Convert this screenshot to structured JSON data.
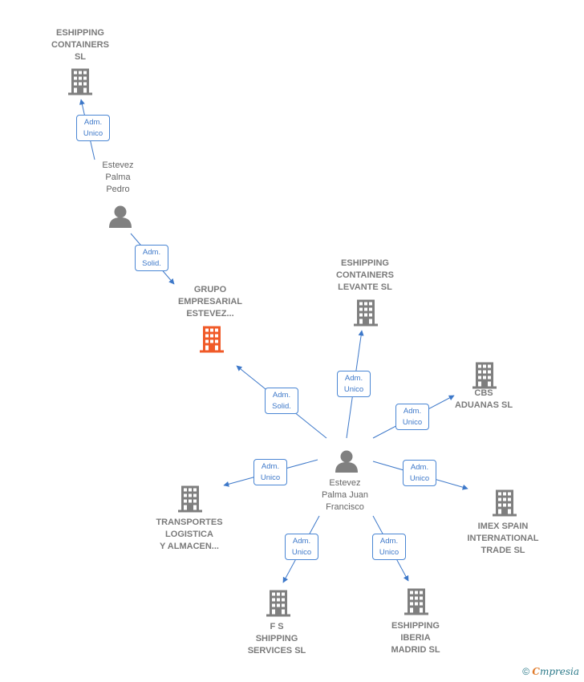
{
  "colors": {
    "edge": "#3d78c9",
    "company_icon": "#7f7f7f",
    "focus_icon": "#f05a28",
    "person_icon": "#808080",
    "label_text": "#7a7a7a"
  },
  "nodes": [
    {
      "id": "eshipping-containers-sl",
      "type": "company",
      "label": "ESHIPPING\nCONTAINERS\nSL"
    },
    {
      "id": "estevez-palma-pedro",
      "type": "person",
      "label": "Estevez\nPalma\nPedro"
    },
    {
      "id": "grupo-empresarial",
      "type": "focus",
      "label": "GRUPO\nEMPRESARIAL\nESTEVEZ..."
    },
    {
      "id": "eshipping-containers-levante",
      "type": "company",
      "label": "ESHIPPING\nCONTAINERS\nLEVANTE  SL"
    },
    {
      "id": "cbs-aduanas",
      "type": "company",
      "label": "CBS\nADUANAS  SL"
    },
    {
      "id": "estevez-palma-juan-francisco",
      "type": "person",
      "label": "Estevez\nPalma Juan\nFrancisco"
    },
    {
      "id": "transportes-logistica",
      "type": "company",
      "label": "TRANSPORTES\nLOGISTICA\nY ALMACEN..."
    },
    {
      "id": "imex-spain",
      "type": "company",
      "label": "IMEX SPAIN\nINTERNATIONAL\nTRADE  SL"
    },
    {
      "id": "fs-shipping",
      "type": "company",
      "label": "F S\nSHIPPING\nSERVICES SL"
    },
    {
      "id": "eshipping-iberia",
      "type": "company",
      "label": "ESHIPPING\nIBERIA\nMADRID  SL"
    }
  ],
  "edges": [
    {
      "from": "estevez-palma-pedro",
      "to": "eshipping-containers-sl",
      "label": "Adm.\nUnico"
    },
    {
      "from": "estevez-palma-pedro",
      "to": "grupo-empresarial",
      "label": "Adm.\nSolid."
    },
    {
      "from": "estevez-palma-juan-francisco",
      "to": "grupo-empresarial",
      "label": "Adm.\nSolid."
    },
    {
      "from": "estevez-palma-juan-francisco",
      "to": "eshipping-containers-levante",
      "label": "Adm.\nUnico"
    },
    {
      "from": "estevez-palma-juan-francisco",
      "to": "cbs-aduanas",
      "label": "Adm.\nUnico"
    },
    {
      "from": "estevez-palma-juan-francisco",
      "to": "transportes-logistica",
      "label": "Adm.\nUnico"
    },
    {
      "from": "estevez-palma-juan-francisco",
      "to": "imex-spain",
      "label": "Adm.\nUnico"
    },
    {
      "from": "estevez-palma-juan-francisco",
      "to": "fs-shipping",
      "label": "Adm.\nUnico"
    },
    {
      "from": "estevez-palma-juan-francisco",
      "to": "eshipping-iberia",
      "label": "Adm.\nUnico"
    }
  ],
  "footer": {
    "copyright": "©",
    "brand_e": "C",
    "brand_rest": "mpresia"
  }
}
